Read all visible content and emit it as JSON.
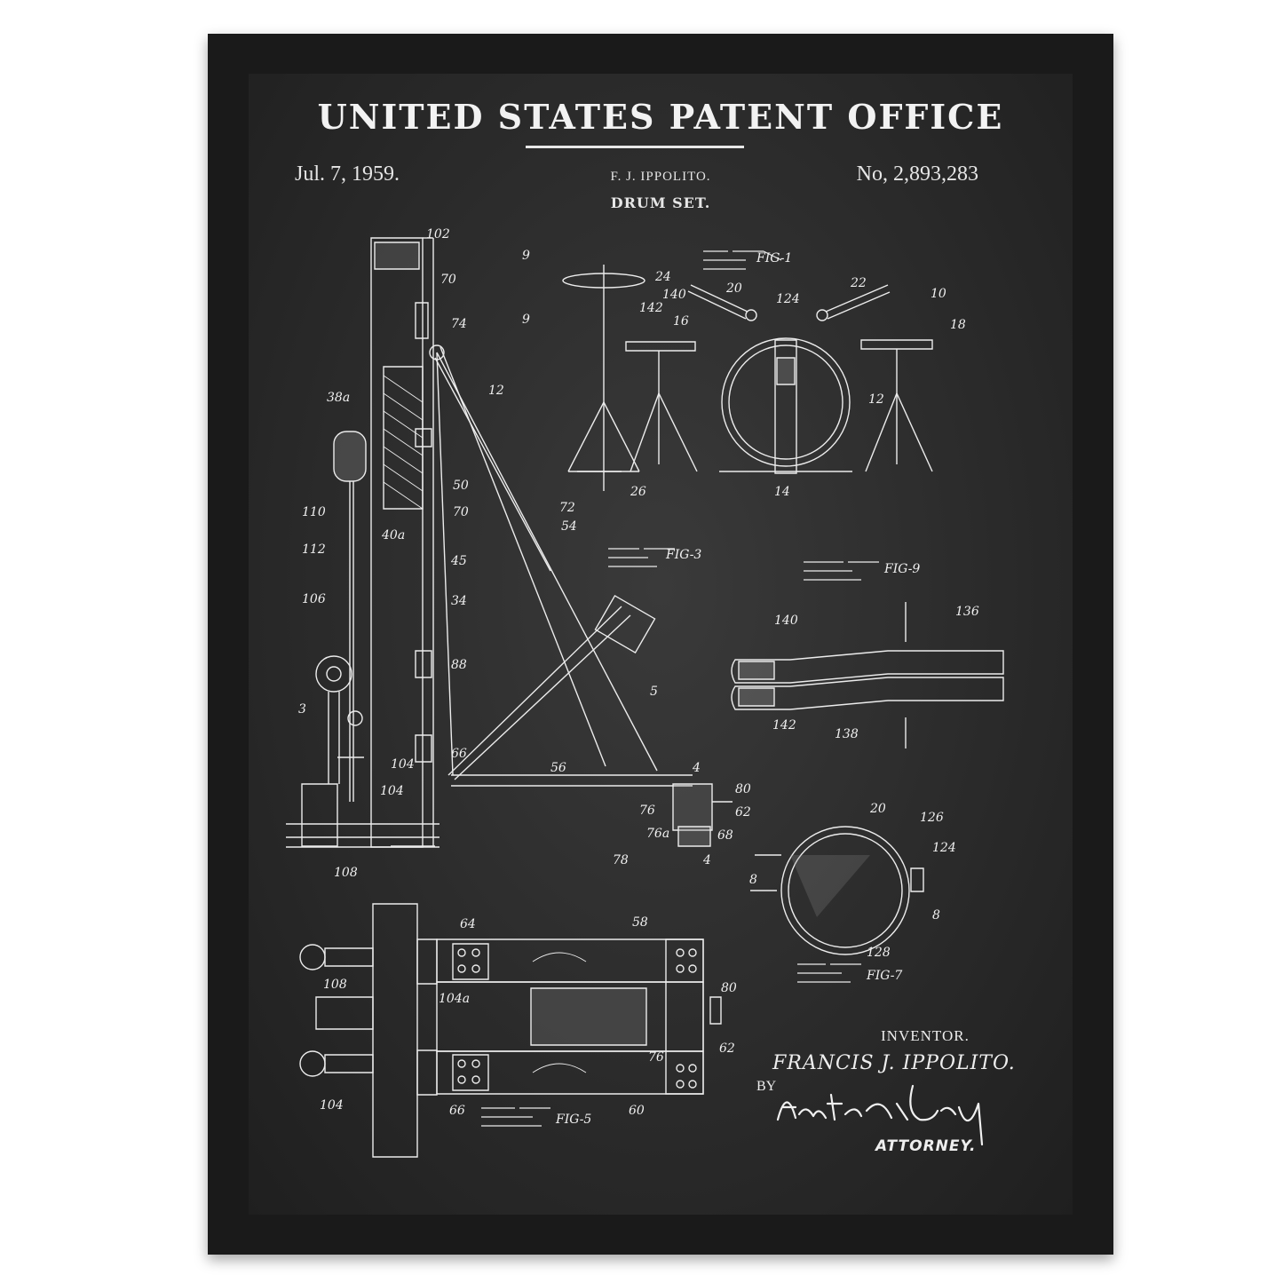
{
  "header": {
    "office": "UNITED STATES PATENT OFFICE",
    "date": "Jul. 7, 1959.",
    "inventor_short": "F. J. IPPOLITO.",
    "patent_number": "No, 2,893,283",
    "invention_name": "DRUM SET."
  },
  "figures": {
    "fig1": "FIG-1",
    "fig3": "FIG-3",
    "fig5": "FIG-5",
    "fig7": "FIG-7",
    "fig9": "FIG-9"
  },
  "reference_numerals": {
    "n102": "102",
    "n70a": "70",
    "n74": "74",
    "n9a": "9",
    "n9b": "9",
    "n38a": "38a",
    "n12a": "12",
    "n50": "50",
    "n70b": "70",
    "n110": "110",
    "n40a": "40a",
    "n112": "112",
    "n45": "45",
    "n34": "34",
    "n106": "106",
    "n88": "88",
    "n3": "3",
    "n66a": "66",
    "n104a": "104",
    "n104b": "104",
    "n108a": "108",
    "n56": "56",
    "n4a": "4",
    "n80a": "80",
    "n62a": "62",
    "n76a": "76",
    "n76b": "76a",
    "n68": "68",
    "n78": "78",
    "n4b": "4",
    "n72": "72",
    "n54": "54",
    "n5": "5",
    "n24": "24",
    "n140a": "140",
    "n142a": "142",
    "n20a": "20",
    "n124a": "124",
    "n22": "22",
    "n10": "10",
    "n16": "16",
    "n18": "18",
    "n12b": "12",
    "n26": "26",
    "n14": "14",
    "n140b": "140",
    "n136": "136",
    "n142b": "142",
    "n138": "138",
    "n20b": "20",
    "n126": "126",
    "n124b": "124",
    "n8a": "8",
    "n8b": "8",
    "n128": "128",
    "n64": "64",
    "n58": "58",
    "n108b": "108",
    "n104c": "104a",
    "n80b": "80",
    "n76c": "76",
    "n62b": "62",
    "n104d": "104",
    "n66b": "66",
    "n60": "60"
  },
  "signature": {
    "inventor_label": "INVENTOR.",
    "inventor_name": "FRANCIS J. IPPOLITO.",
    "by": "BY",
    "attorney_signature": "Amster & Levy",
    "attorney_label": "ATTORNEY."
  },
  "colors": {
    "board": "#2b2b2b",
    "frame": "#1a1a1a",
    "ink": "#f0f0f0"
  }
}
